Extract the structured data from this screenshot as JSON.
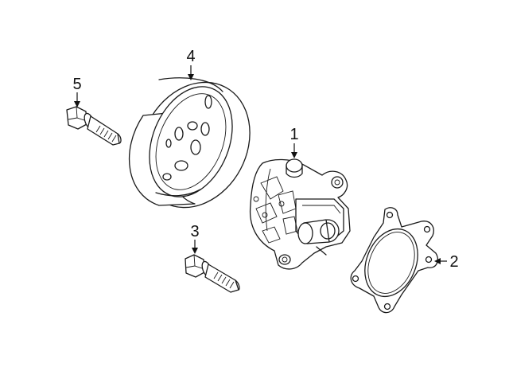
{
  "callouts": [
    {
      "id": "1",
      "label": "1",
      "part": "water-pump"
    },
    {
      "id": "2",
      "label": "2",
      "part": "gasket"
    },
    {
      "id": "3",
      "label": "3",
      "part": "pump-bolt"
    },
    {
      "id": "4",
      "label": "4",
      "part": "pulley"
    },
    {
      "id": "5",
      "label": "5",
      "part": "pulley-bolt"
    }
  ]
}
